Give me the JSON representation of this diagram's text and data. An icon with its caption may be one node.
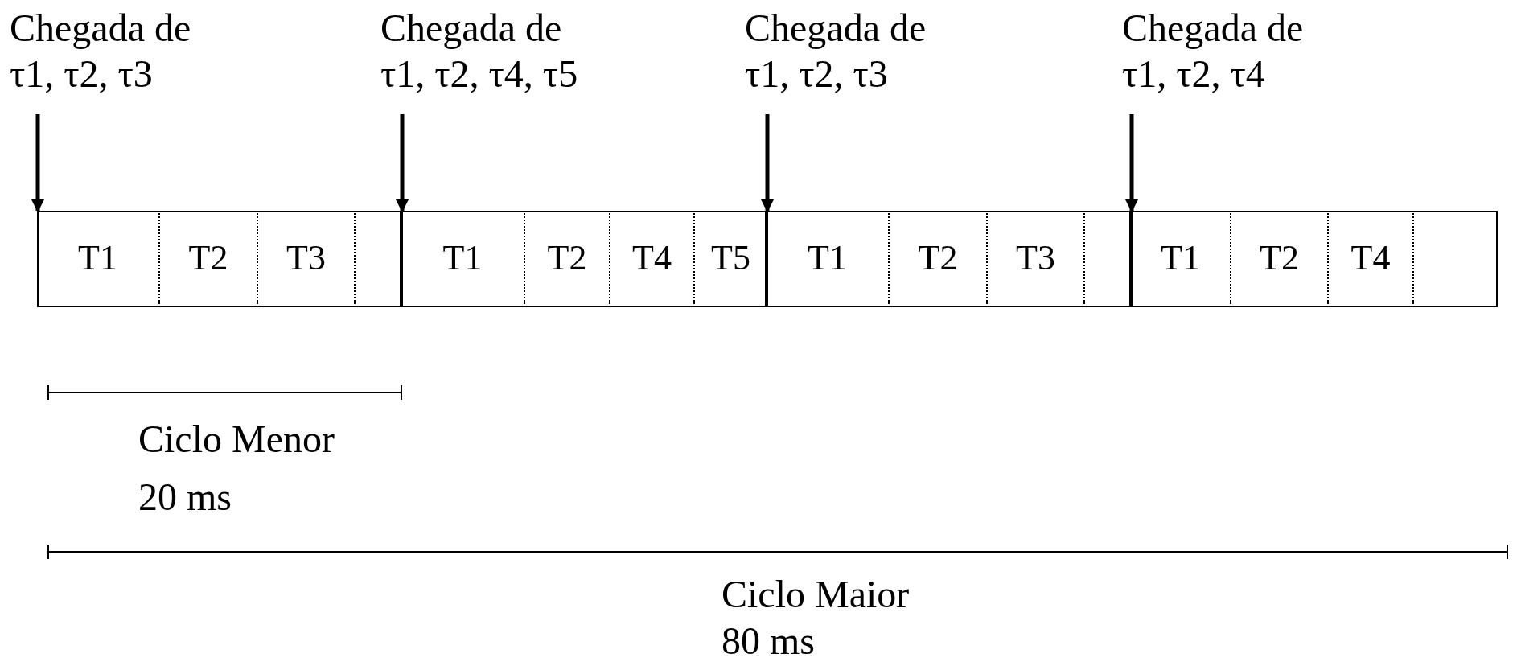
{
  "diagram": {
    "nodes": [
      {
        "text": [
          "Chegada de τ1, τ2, τ3"
        ]
      },
      {
        "text": [
          "Chegada de τ1, τ2, τ4, τ5"
        ]
      },
      {
        "text": [
          "Chegada de τ1, τ2, τ3"
        ]
      },
      {
        "text": [
          "Chegada de τ1, τ2, τ4"
        ]
      },
      {
        "text": [],
        "shape": "box"
      },
      {
        "text": [
          "T1"
        ],
        "in": 4
      },
      {
        "text": [
          "T2"
        ],
        "in": 4
      },
      {
        "text": [
          "T3"
        ],
        "in": 4
      },
      {
        "text": [],
        "shape": "box",
        "in": 4
      },
      {
        "text": [],
        "shape": "box"
      },
      {
        "text": [
          "T1"
        ],
        "in": 9
      },
      {
        "text": [
          "T2"
        ],
        "in": 9
      },
      {
        "text": [
          "T4"
        ],
        "in": 9
      },
      {
        "text": [
          "T5"
        ],
        "in": 9
      },
      {
        "text": [],
        "shape": "box"
      },
      {
        "text": [
          "T1"
        ],
        "in": 14
      },
      {
        "text": [
          "T2"
        ],
        "in": 14
      },
      {
        "text": [
          "T3"
        ],
        "in": 14
      },
      {
        "text": [],
        "shape": "box",
        "in": 14
      },
      {
        "text": [],
        "shape": "box"
      },
      {
        "text": [
          "T1"
        ],
        "in": 19
      },
      {
        "text": [
          "T2"
        ],
        "in": 19
      },
      {
        "text": [
          "T4"
        ],
        "in": 19
      },
      {
        "text": [],
        "shape": "box",
        "in": 19
      }
    ],
    "edges": [
      {
        "from": 0,
        "to": 4,
        "arrow": "to"
      },
      {
        "from": 1,
        "to": 9,
        "arrow": "to"
      },
      {
        "from": 2,
        "to": 14,
        "arrow": "to"
      },
      {
        "from": 3,
        "to": 19,
        "arrow": "to"
      }
    ],
    "labels": [
      "Ciclo Menor",
      "20 ms",
      "Ciclo Maior",
      "80 ms"
    ]
  }
}
